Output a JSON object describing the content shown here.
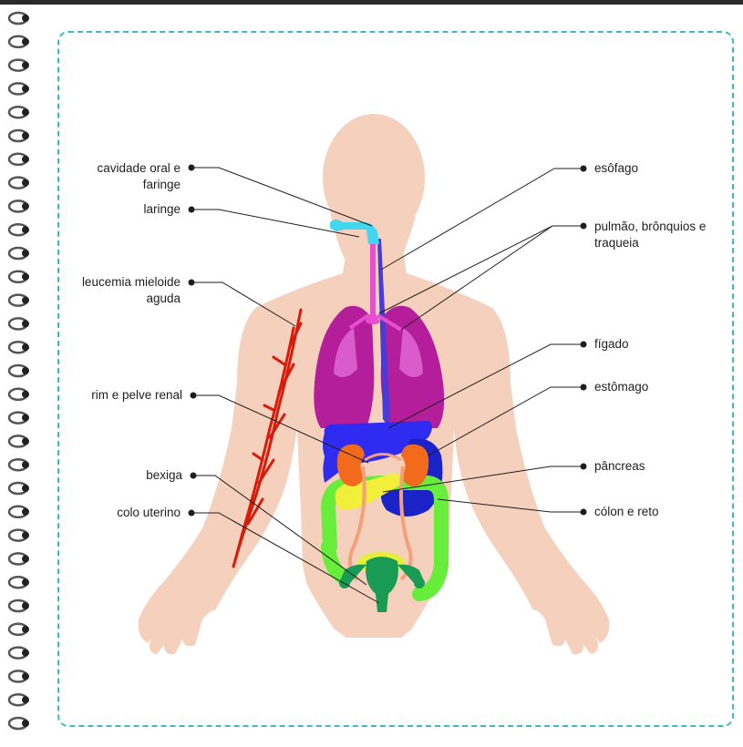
{
  "labels": {
    "oral_cavity": "cavidade oral e faringe",
    "larynx": "laringe",
    "leukemia": "leucemia mieloide aguda",
    "kidney": "rim e pelve renal",
    "bladder": "bexiga",
    "cervix": "colo uterino",
    "esophagus": "esôfago",
    "lung": "pulmão, brônquios e traqueia",
    "liver": "fígado",
    "stomach": "estômago",
    "pancreas": "pâncreas",
    "colon": "cólon e reto"
  },
  "colors": {
    "frame_border": "#3bb9c6",
    "skin": "#f5d0bd",
    "lungs": "#b41e9b",
    "liver": "#2f2bf0",
    "stomach": "#1b22c8",
    "colon": "#66ee3a",
    "kidneys": "#f26a1b",
    "pancreas": "#f2ef3a",
    "uterus": "#1a9b55",
    "esophagus": "#e84fd0",
    "oral_cavity": "#43d6ef",
    "blood_vessels": "#d91b0c"
  }
}
